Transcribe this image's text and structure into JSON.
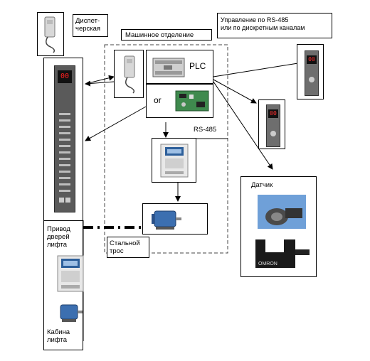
{
  "labels": {
    "dispatch": "Диспет-\nчерская",
    "machine_room": "Машинное отделение",
    "plc": "PLC",
    "or": "or",
    "rs485": "RS-485",
    "rs485_control": "Управление по RS-485\nили по дискретным каналам",
    "sensor": "Датчик",
    "door_drive": "Привод\nдверей\nлифта",
    "steel_rope": "Стальной\nтрос",
    "car": "Кабина\nлифта"
  },
  "panel": {
    "display_main": "00",
    "display_small": "00",
    "display_small_2": "00"
  },
  "sensor_brand": "OMRON"
}
